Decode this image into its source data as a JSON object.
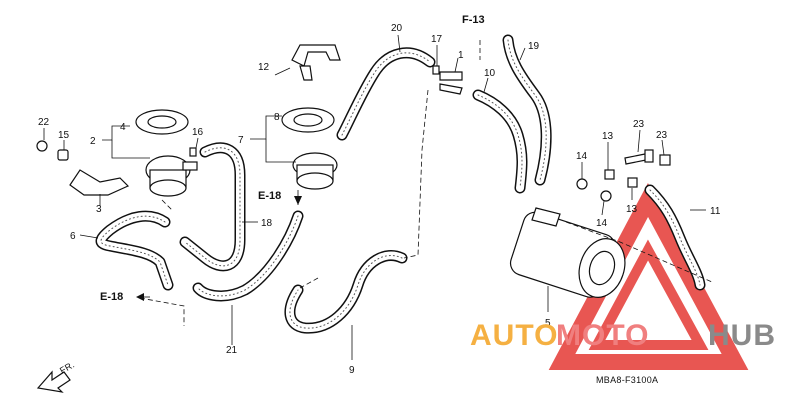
{
  "diagram": {
    "part_numbers": {
      "p1": "1",
      "p2": "2",
      "p3": "3",
      "p4": "4",
      "p5": "5",
      "p6": "6",
      "p7": "7",
      "p8": "8",
      "p9": "9",
      "p10": "10",
      "p11": "11",
      "p12": "12",
      "p13a": "13",
      "p13b": "13",
      "p14a": "14",
      "p14b": "14",
      "p15": "15",
      "p16": "16",
      "p17": "17",
      "p18": "18",
      "p19": "19",
      "p20": "20",
      "p21": "21",
      "p22": "22",
      "p23a": "23",
      "p23b": "23"
    },
    "references": {
      "f13": "F-13",
      "e18_upper": "E-18",
      "e18_lower": "E-18",
      "front": "FR."
    },
    "drawing_code": "MBA8-F3100A"
  },
  "watermark": {
    "word_a": "AUTO",
    "word_b": "MOTO",
    "word_c": "HUB",
    "color_a": "#f5b042",
    "color_b": "#f07f7f",
    "color_c": "#8a8a8a",
    "triangle_color": "#e53935"
  }
}
